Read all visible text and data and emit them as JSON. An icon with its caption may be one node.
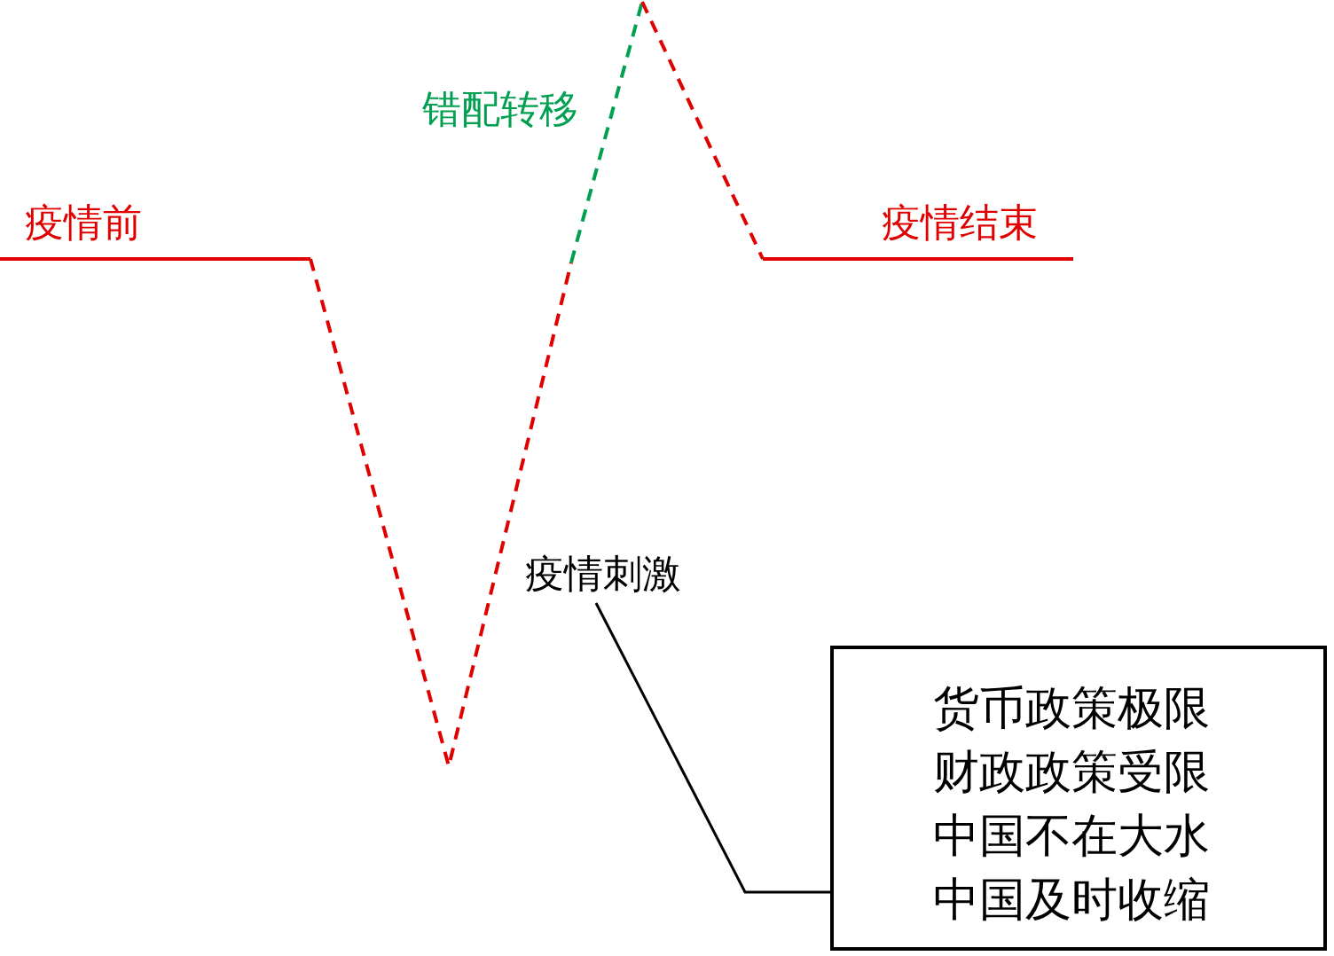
{
  "diagram": {
    "nodes": [
      {
        "text": [
          "疫情刺激"
        ]
      },
      {
        "text": [
          "货币政策极限",
          "财政政策受限",
          "中国不在大水",
          "中国及时收缩"
        ]
      }
    ],
    "edges": [
      {
        "from": 0,
        "to": 1,
        "arrow": "none"
      }
    ],
    "labels": [
      "错配转移",
      "疫情前",
      "疫情结束"
    ]
  }
}
